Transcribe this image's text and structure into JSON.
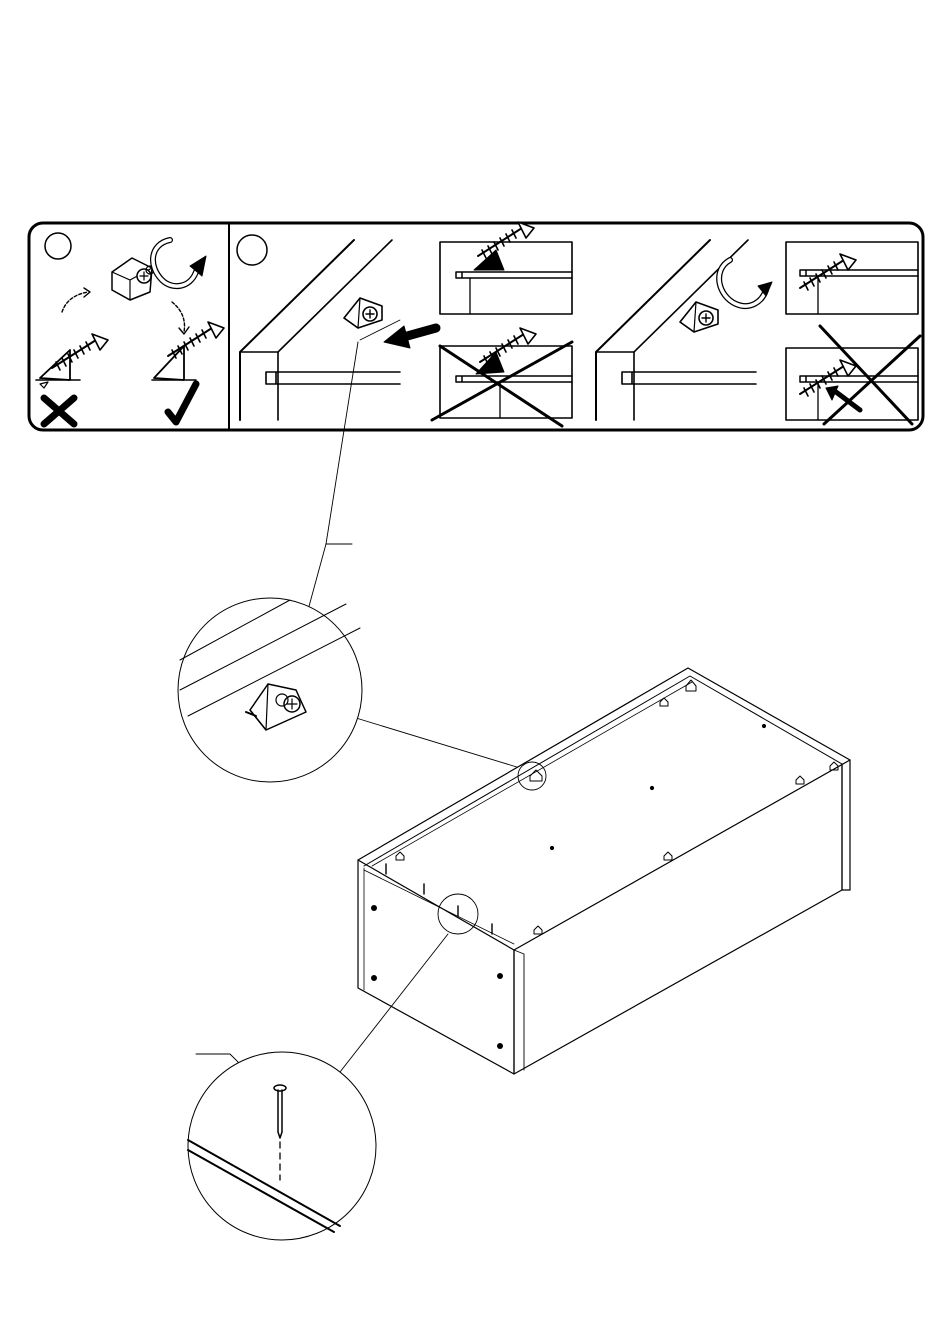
{
  "page": {
    "background": "#ffffff",
    "ink": "#000000"
  },
  "instruction_strip": {
    "panels": [
      {
        "id": "step-1",
        "subpanels": [
          "wrong-orientation",
          "correct-orientation"
        ],
        "marks": [
          "cross-icon",
          "check-icon"
        ]
      },
      {
        "id": "step-2",
        "subpanels": [
          "insert-dowel",
          "correct-detail",
          "wrong-detail"
        ],
        "marks": [
          "cross-icon"
        ]
      },
      {
        "id": "step-3",
        "subpanels": [
          "tighten-screw",
          "correct-detail",
          "wrong-detail"
        ],
        "marks": [
          "cross-icon"
        ]
      }
    ]
  },
  "callouts": [
    {
      "id": "bracket-detail",
      "icon": "corner-bracket-icon"
    },
    {
      "id": "nail-detail",
      "icon": "nail-icon"
    }
  ],
  "icons": [
    "screw-icon",
    "rotate-arrow-icon",
    "cross-icon",
    "check-icon",
    "push-arrow-icon",
    "nail-icon",
    "corner-bracket-icon"
  ]
}
